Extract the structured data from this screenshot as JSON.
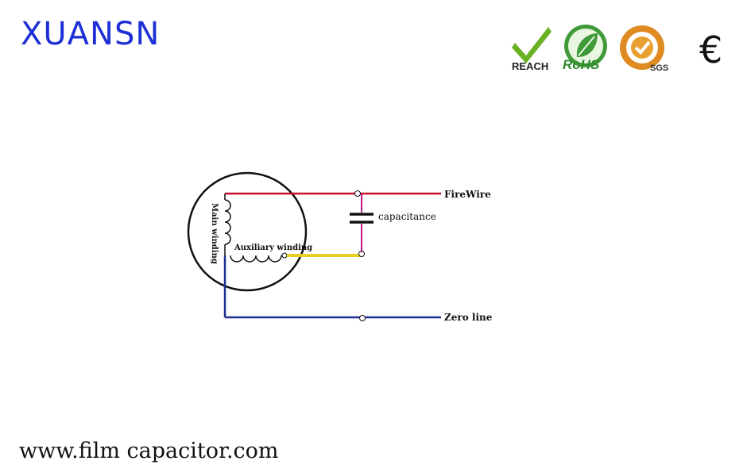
{
  "brand": {
    "name": "XUANSN"
  },
  "certifications": {
    "reach_label": "REACH",
    "rohs_label": "RoHS",
    "sgs_label": "SGS",
    "ce_label": "€"
  },
  "diagram": {
    "labels": {
      "fire_wire": "FireWire",
      "capacitance": "capacitance",
      "zero_line": "Zero line",
      "main_winding": "Main winding",
      "auxiliary_winding": "Auxiliary winding"
    },
    "colors": {
      "fire_wire": "#c8102e",
      "zero_line": "#1f2f8f",
      "aux_link": "#e8d020",
      "capacitor_lead": "#c0188a",
      "motor_outline": "#111111"
    }
  },
  "footer": {
    "url": "www.film capacitor.com"
  }
}
